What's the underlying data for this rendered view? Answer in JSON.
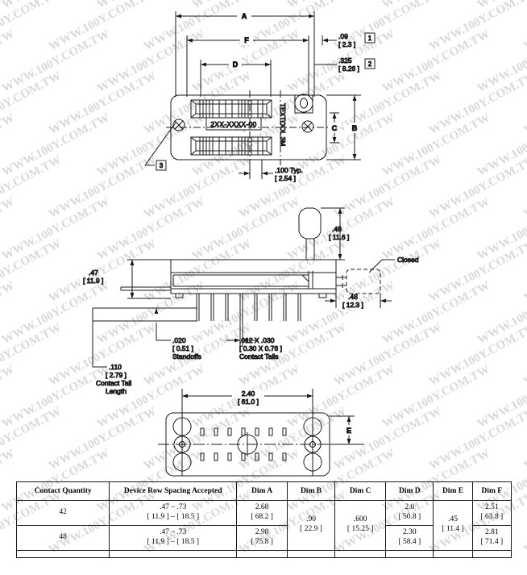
{
  "watermark": {
    "text": "WWW.100Y.COM.TW"
  },
  "drawing": {
    "title": "ZIF socket outline drawing",
    "top_view": {
      "label_a": "A",
      "label_f": "F",
      "label_d": "D",
      "label_b": "B",
      "label_c": "C",
      "part_number_label": "2XX-XXXX-00",
      "brand_label": "TEXTOOL 3M",
      "dim_09": ".09",
      "dim_09_mm": "[ 2.3 ]",
      "dim_325": ".325",
      "dim_325_mm": "[ 8.26 ]",
      "dim_pitch": ".100 Typ.",
      "dim_pitch_mm": "[ 2.54 ]",
      "flag_1": "1",
      "flag_2": "2",
      "flag_3": "3"
    },
    "side_view": {
      "dim_46": ".46",
      "dim_46_mm": "[ 11.6 ]",
      "dim_47": ".47",
      "dim_47_mm": "[ 11.9 ]",
      "dim_48": ".48",
      "dim_48_mm": "[ 12.3 ]",
      "closed_label": "Closed",
      "dim_020": ".020",
      "dim_020_mm": "[ 0.51 ]",
      "standoffs_label": "Standoffs",
      "dim_tails": ".012 X .030",
      "dim_tails_mm": "[ 0.30 X 0.76 ]",
      "tails_label": "Contact Tails",
      "dim_110": ".110",
      "dim_110_mm": "[ 2.79 ]",
      "tail_length_label_1": "Contact Tail",
      "tail_length_label_2": "Length"
    },
    "bottom_view": {
      "dim_240": "2.40",
      "dim_240_mm": "[ 61.0 ]",
      "label_e": "E"
    }
  },
  "table": {
    "headers": [
      "Contact Quantity",
      "Device Row Spacing Accepted",
      "Dim A",
      "Dim B",
      "Dim C",
      "Dim D",
      "Dim E",
      "Dim F"
    ],
    "rows": [
      {
        "contact_quantity": "42",
        "row_spacing_in": ".47  –  .73",
        "row_spacing_mm": "[ 11.9 ] – [ 18.5 ]",
        "dim_a_in": "2.68",
        "dim_a_mm": "[ 68.2 ]",
        "dim_d_in": "2.0",
        "dim_d_mm": "[ 50.8 ]",
        "dim_f_in": "2.51",
        "dim_f_mm": "[ 63.8 ]"
      },
      {
        "contact_quantity": "48",
        "row_spacing_in": ".47  –  .73",
        "row_spacing_mm": "[ 11.9 ] – [ 18.5 ]",
        "dim_a_in": "2.98",
        "dim_a_mm": "[ 75.8 ]",
        "dim_d_in": "2.30",
        "dim_d_mm": "[ 58.4 ]",
        "dim_f_in": "2.81",
        "dim_f_mm": "[ 71.4 ]"
      }
    ],
    "merged": {
      "dim_b_in": ".90",
      "dim_b_mm": "[ 22.9 ]",
      "dim_c_in": ".600",
      "dim_c_mm": "[ 15.25 ]",
      "dim_e_in": ".45",
      "dim_e_mm": "[ 11.4 ]"
    }
  }
}
